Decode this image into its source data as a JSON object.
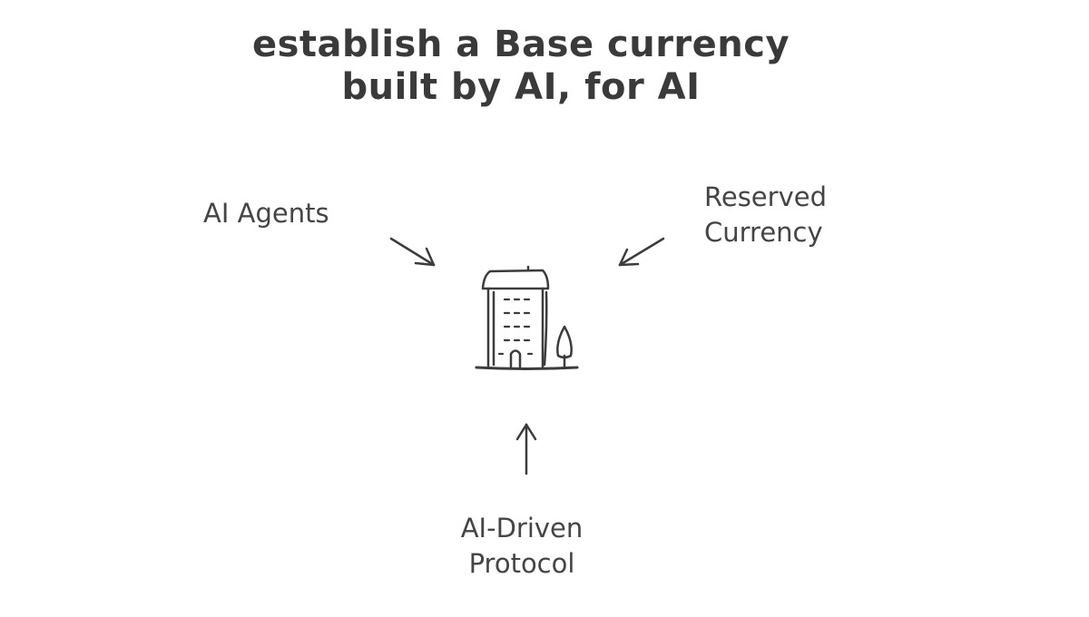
{
  "diagram": {
    "title": {
      "line1": "establish a Base currency",
      "line2": "built by AI, for AI"
    },
    "center": {
      "icon": "building-icon"
    },
    "nodes": {
      "agents": {
        "label": "AI Agents"
      },
      "reserved": {
        "line1": "Reserved",
        "line2": "Currency"
      },
      "protocol": {
        "line1": "AI-Driven",
        "line2": "Protocol"
      }
    },
    "colors": {
      "ink": "#3c3c3c",
      "background": "#ffffff"
    }
  }
}
